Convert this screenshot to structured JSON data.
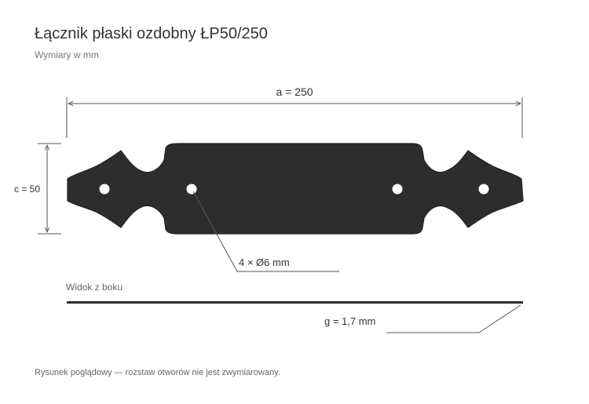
{
  "header": {
    "title": "Łącznik płaski ozdobny ŁP50/250",
    "subtitle": "Wymiary w mm"
  },
  "dimensions": {
    "length_label": "a = 250",
    "height_label": "c = 50",
    "holes_label": "4 × Ø6 mm",
    "thickness_label": "g = 1,7 mm"
  },
  "side_view": {
    "label": "Widok z boku"
  },
  "footnote": "Rysunek poglądowy — rozstaw otworów nie jest zwymiarowany.",
  "colors": {
    "metal": "#2d2d2d",
    "line": "#555555",
    "text": "#333333"
  }
}
